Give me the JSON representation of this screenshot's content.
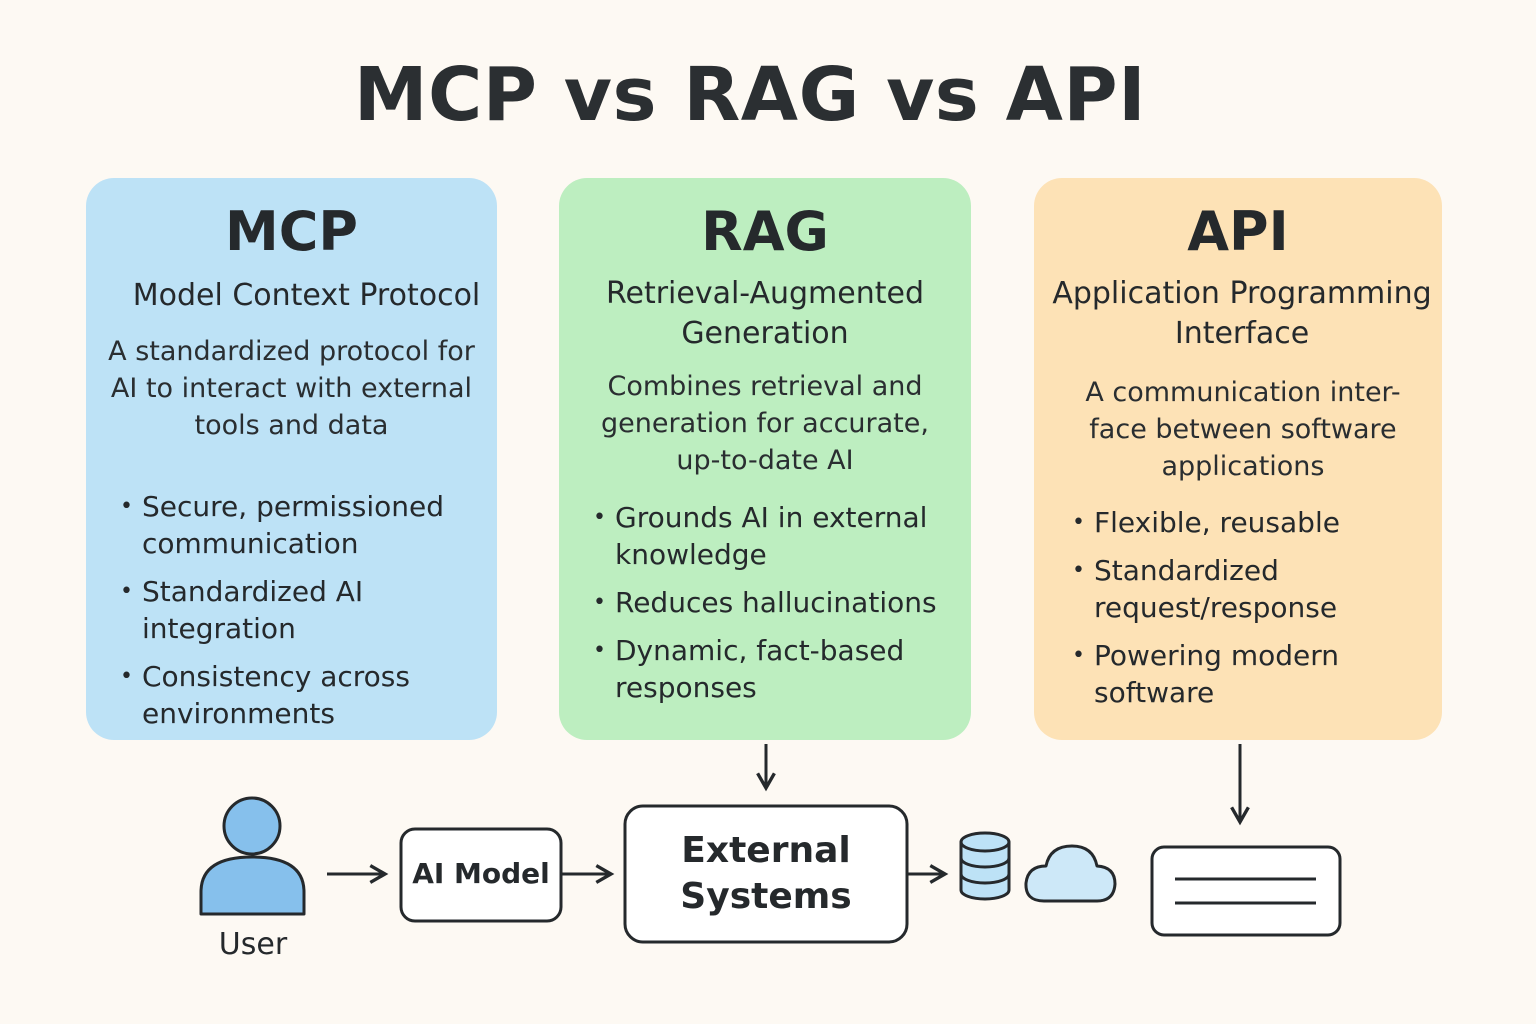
{
  "title": "MCP vs RAG vs API",
  "cards": [
    {
      "title": "MCP",
      "subtitle": "Model Context Protocol",
      "description": "A standardized protocol for AI to interact with external tools and data",
      "bullets": [
        "Secure, permissioned communication",
        "Standardized AI integration",
        "Consistency across environments"
      ],
      "color": "#bde2f6"
    },
    {
      "title": "RAG",
      "subtitle": "Retrieval-Augmented Generation",
      "description": "Combines retrieval and generation for accurate, up-to-date AI",
      "bullets": [
        "Grounds AI in external knowledge",
        "Reduces hallucinations",
        "Dynamic, fact-based responses"
      ],
      "color": "#bdeec0"
    },
    {
      "title": "API",
      "subtitle": "Application Programming Interface",
      "description": "A communication inter-face between software applications",
      "bullets": [
        "Flexible, reusable",
        "Standardized request/response",
        "Powering modern software"
      ],
      "color": "#fde2b6"
    }
  ],
  "flow": {
    "user_label": "User",
    "ai_model_label": "AI Model",
    "external_systems_label": "External Systems",
    "icons": [
      "user-icon",
      "database-icon",
      "cloud-icon",
      "api-window-icon"
    ]
  }
}
